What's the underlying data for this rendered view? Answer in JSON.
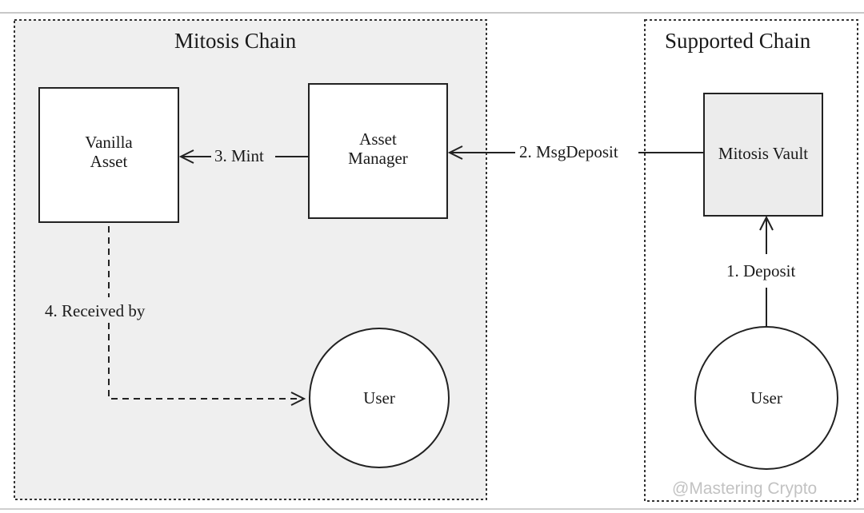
{
  "regions": {
    "mitosis_chain": "Mitosis Chain",
    "supported_chain": "Supported Chain"
  },
  "nodes": {
    "vanilla_asset": [
      "Vanilla",
      "Asset"
    ],
    "asset_manager": [
      "Asset",
      "Manager"
    ],
    "mitosis_vault": "Mitosis Vault",
    "user_left": "User",
    "user_right": "User"
  },
  "edges": {
    "mint": "3. Mint",
    "msg_deposit": "2. MsgDeposit",
    "deposit": "1. Deposit",
    "received_by": "4. Received by"
  },
  "watermark": "@Mastering Crypto",
  "colors": {
    "region_fill": "#efefef",
    "vault_fill": "#ececec",
    "stroke": "#222222"
  }
}
